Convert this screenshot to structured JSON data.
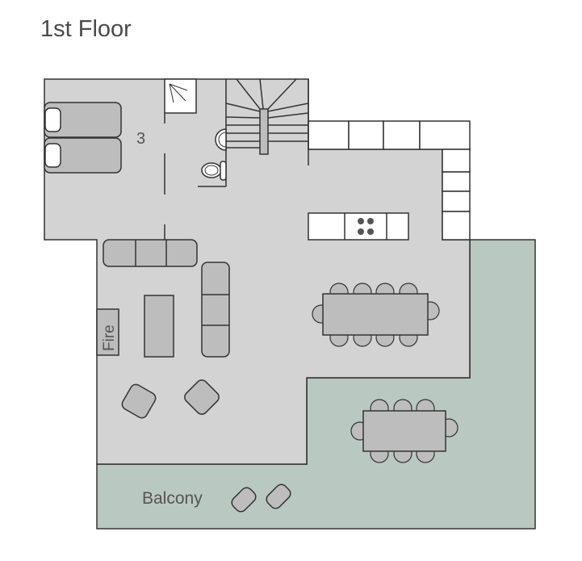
{
  "title": "1st Floor",
  "rooms": {
    "bedroom_number": "3",
    "fireplace_label": "Fire",
    "balcony_label": "Balcony"
  },
  "colors": {
    "floor": "#d3d3d4",
    "balcony": "#b9c8c0",
    "furniture": "#bdbdbe",
    "line": "#333333"
  }
}
